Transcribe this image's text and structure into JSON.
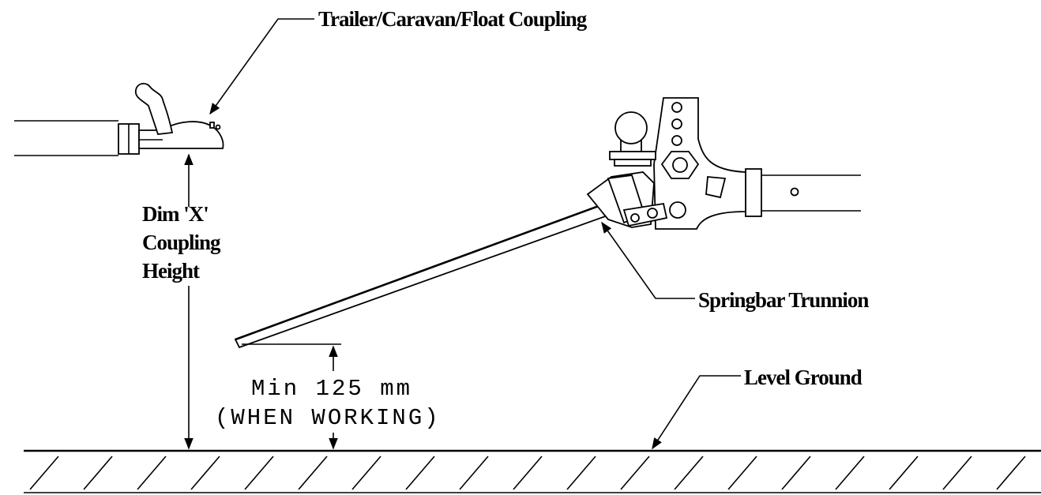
{
  "labels": {
    "coupling": "Trailer/Caravan/Float Coupling",
    "dim_x_line1": "Dim 'X'",
    "dim_x_line2": "Coupling",
    "dim_x_line3": "Height",
    "min_clearance": "Min 125 mm",
    "when_working": "(WHEN WORKING)",
    "trunnion": "Springbar Trunnion",
    "ground": "Level Ground"
  }
}
